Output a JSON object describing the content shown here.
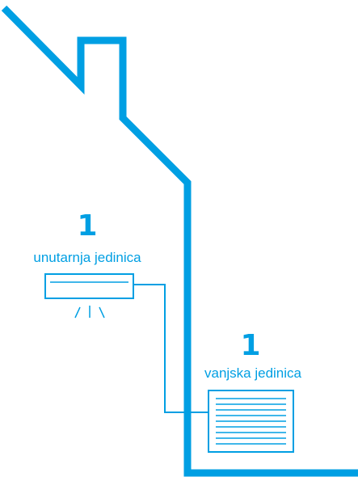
{
  "colors": {
    "accent": "#009fe3",
    "background": "#ffffff"
  },
  "indoor_unit": {
    "count": "1",
    "label": "unutarnja jedinica",
    "icon": "air-conditioner-indoor-icon"
  },
  "outdoor_unit": {
    "count": "1",
    "label": "vanjska jedinica",
    "icon": "air-conditioner-outdoor-icon"
  },
  "house": {
    "icon": "house-outline-icon"
  }
}
